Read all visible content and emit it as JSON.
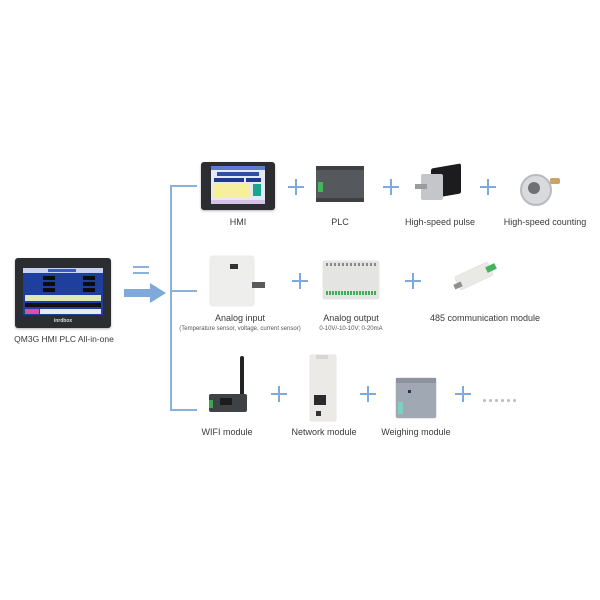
{
  "main_device": {
    "label": "QM3G HMI PLC All-in-one",
    "brand": "inrdbox"
  },
  "equals_symbol": "=",
  "rows": [
    {
      "items": [
        {
          "label": "HMI",
          "sublabel": null,
          "icon": "hmi-touchscreen-icon"
        },
        {
          "label": "PLC",
          "sublabel": null,
          "icon": "plc-module-icon"
        },
        {
          "label": "High-speed pulse",
          "sublabel": null,
          "icon": "stepper-motor-icon"
        },
        {
          "label": "High-speed counting",
          "sublabel": null,
          "icon": "rotary-encoder-icon"
        }
      ]
    },
    {
      "items": [
        {
          "label": "Analog input",
          "sublabel": "(Temperature sensor, voltage, current sensor)",
          "icon": "analog-input-module-icon"
        },
        {
          "label": "Analog output",
          "sublabel": "0-10V/-10-10V;  0-20mA",
          "icon": "analog-output-module-icon"
        },
        {
          "label": "485 communication module",
          "sublabel": null,
          "icon": "rs485-module-icon"
        }
      ]
    },
    {
      "items": [
        {
          "label": "WIFI module",
          "sublabel": null,
          "icon": "wifi-module-icon"
        },
        {
          "label": "Network module",
          "sublabel": null,
          "icon": "network-module-icon"
        },
        {
          "label": "Weighing module",
          "sublabel": null,
          "icon": "weighing-module-icon"
        }
      ],
      "more": "......"
    }
  ],
  "colors": {
    "accent": "#7fa9d8",
    "connector": "#8ab0dc",
    "text": "#3a3a3a"
  }
}
